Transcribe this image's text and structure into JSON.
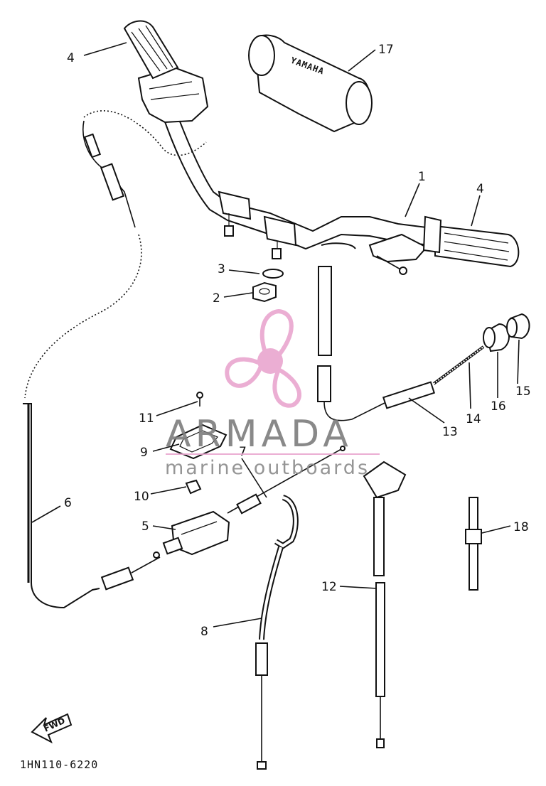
{
  "diagram": {
    "drawing_code": "1HN110-6220",
    "fwd_label": "FWD",
    "callouts": [
      "1",
      "2",
      "3",
      "4",
      "4",
      "5",
      "6",
      "7",
      "8",
      "9",
      "10",
      "11",
      "12",
      "13",
      "14",
      "15",
      "16",
      "17",
      "18"
    ],
    "grip_text": "YAMAHA"
  },
  "watermark": {
    "title": "ARMADA",
    "subtitle": "marine outboards",
    "color": "#e9a6cf",
    "accent": "#e9a6cf"
  }
}
